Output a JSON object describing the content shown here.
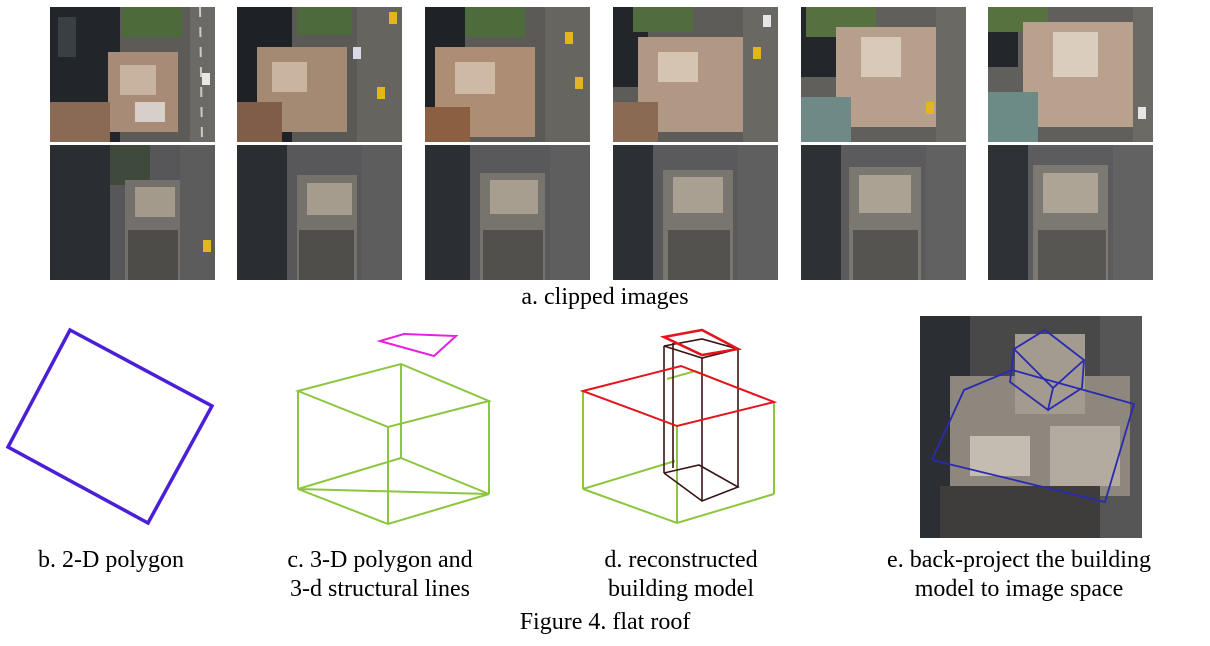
{
  "figure": {
    "title": "Figure 4. flat roof",
    "row_a_caption": "a. clipped images"
  },
  "panels": [
    {
      "id": "b",
      "line1": "b. 2-D polygon",
      "line2": "",
      "color": "#4a1fd8"
    },
    {
      "id": "c",
      "line1": "c. 3-D polygon and",
      "line2": "3-d structural lines",
      "color": "#8cc63f",
      "accent": "#e81ee0"
    },
    {
      "id": "d",
      "line1": "d. reconstructed",
      "line2": "building model",
      "color": "#8cc63f",
      "roof_color": "#e4141e",
      "tower_color": "#3a1414"
    },
    {
      "id": "e",
      "line1": "e. back-project the building",
      "line2": "model to image space",
      "color": "#2a2ab0"
    }
  ],
  "colors": {
    "street": "#5c5a58",
    "shadow": "#1f2226",
    "roof": "#b59a82",
    "building": "#6b665f",
    "taxi": "#e3b51f",
    "greenery": "#4f6a3c"
  }
}
